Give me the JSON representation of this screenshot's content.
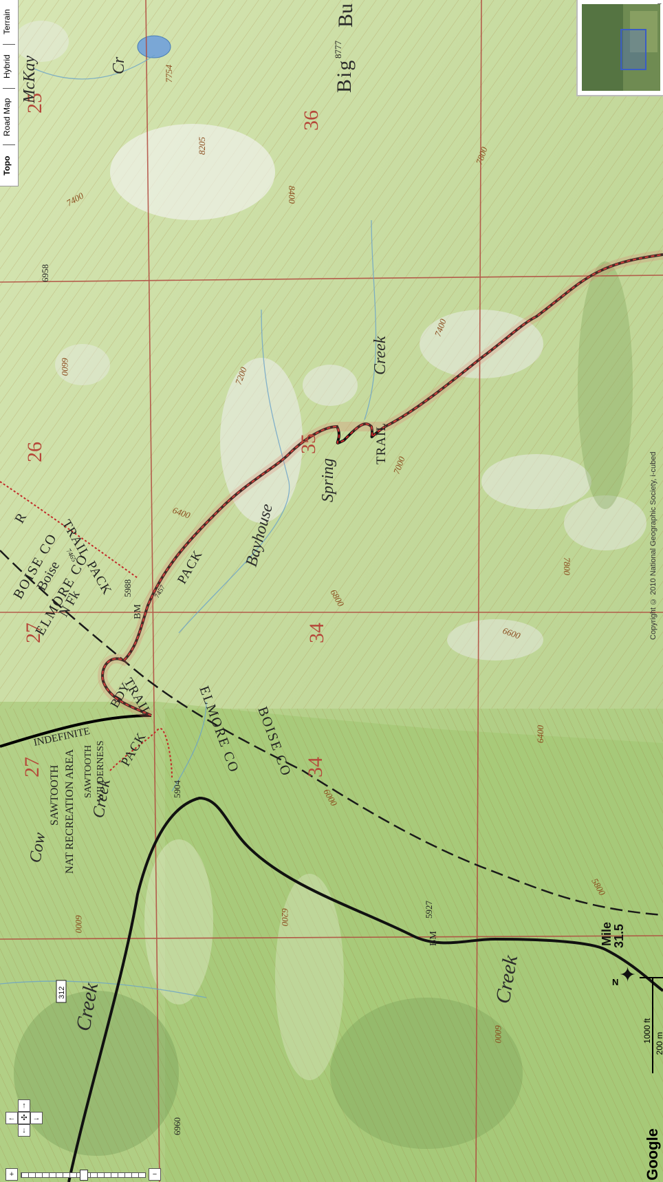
{
  "map_tabs": [
    "Terrain",
    "Hybrid",
    "Road Map",
    "Topo"
  ],
  "active_tab": "Topo",
  "section_numbers": [
    "25",
    "36",
    "26",
    "35",
    "27",
    "34",
    "27",
    "34"
  ],
  "place_labels": {
    "mckay": "McKay",
    "cr": "Cr",
    "big": "Big",
    "bu": "Bu",
    "spring": "Spring",
    "creek_upper": "Creek",
    "bayhouse": "Bayhouse",
    "nfk": "N Fk",
    "boise_r": "Boise",
    "r": "R",
    "cow": "Cow",
    "cow_creek": "Creek",
    "creek_left": "Creek",
    "creek_bottom": "Creek"
  },
  "area_labels": {
    "sawtooth_nra_1": "SAWTOOTH",
    "sawtooth_nra_2": "NAT RECREATION AREA",
    "sawtooth_wild_1": "SAWTOOTH",
    "sawtooth_wild_2": "WILDERNESS",
    "indefinite": "INDEFINITE",
    "bdy": "BDY"
  },
  "county_labels": {
    "boise_co_1": "BOISE CO",
    "elmore_co_1": "ELMORE CO",
    "elmore_co_2": "ELMORE CO",
    "boise_co_2": "BOISE CO"
  },
  "trail_labels": {
    "pack1": "PACK",
    "trail1": "TRAIL",
    "pack2": "PACK",
    "trail2": "TRAIL",
    "pack3": "PACK",
    "trail3": "TRAIL"
  },
  "elevation_labels": [
    "7754",
    "8777",
    "8205",
    "8400",
    "7400",
    "6958",
    "7200",
    "7400",
    "7800",
    "6600",
    "6400",
    "7000",
    "7800",
    "6800",
    "6600",
    "6400",
    "6000",
    "5800",
    "6000",
    "6200",
    "6000",
    "7465",
    "7457",
    "5988",
    "5904",
    "5927",
    "6960"
  ],
  "bm_labels": [
    "BM",
    "BM"
  ],
  "route_label": [
    "Mile",
    "31.5"
  ],
  "road_number": "312",
  "compass_n": "N",
  "scale": {
    "ft": "1000 ft",
    "m": "200 m"
  },
  "copyright": "Copyright © 2010 National Geographic Society, i-cubed",
  "nav": {
    "up": "↑",
    "left": "←",
    "center": "✣",
    "right": "→",
    "down": "↓",
    "zoom_in": "+",
    "zoom_out": "−"
  },
  "overview_close": "×",
  "google_logo": "Google",
  "colors": {
    "terrain": "#c8dca0",
    "terrain_dark": "#9fbf72",
    "contour": "#a67c3a",
    "grid": "#b0463c",
    "trail": "#c22828",
    "road": "#111111"
  }
}
